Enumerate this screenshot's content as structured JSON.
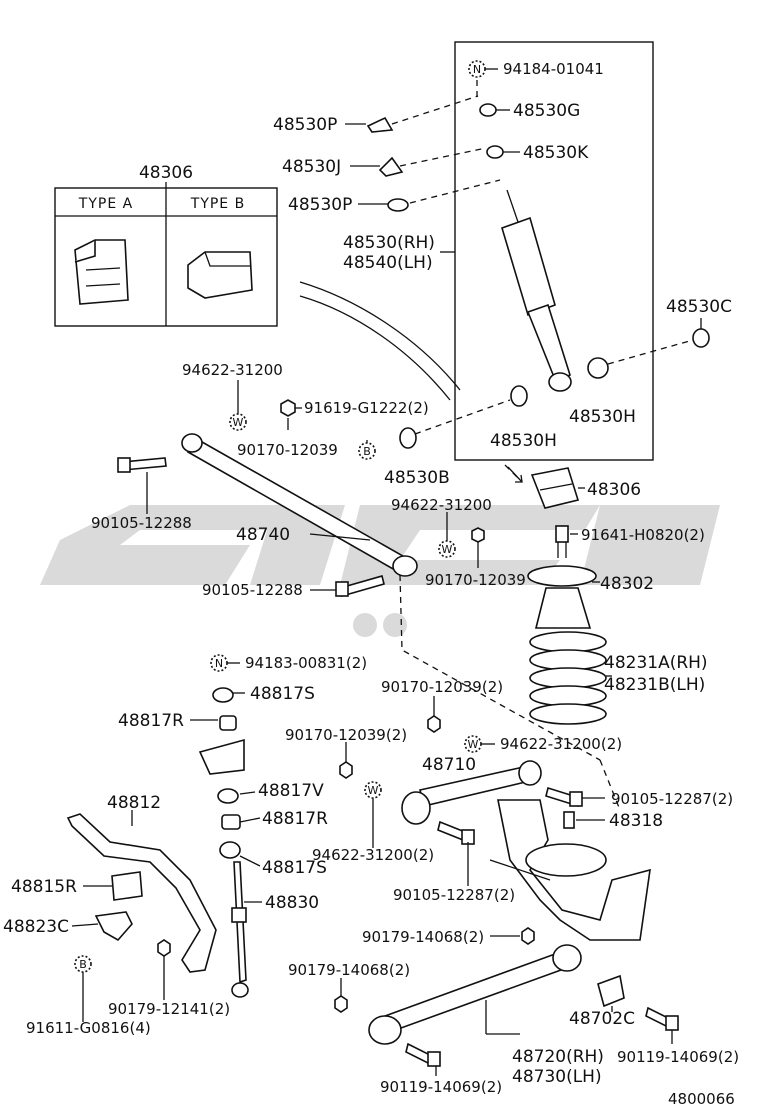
{
  "drawing_number": "4800066",
  "type_box": {
    "part_no": "48306",
    "type_a": "TYPE A",
    "type_b": "TYPE B"
  },
  "symbols": {
    "n": "N",
    "w": "W",
    "b": "B"
  },
  "labels": {
    "p94184": "94184-01041",
    "p48530G": "48530G",
    "p48530P_1": "48530P",
    "p48530K": "48530K",
    "p48530J": "48530J",
    "p48530P_2": "48530P",
    "p48530RH": "48530(RH)",
    "p48540LH": "48540(LH)",
    "p48530C": "48530C",
    "p48530H_1": "48530H",
    "p48530H_2": "48530H",
    "p48530B": "48530B",
    "p94622_1": "94622-31200",
    "p91619": "91619-G1222(2)",
    "p90170_1": "90170-12039",
    "p90105_1": "90105-12288",
    "p48740": "48740",
    "p94622_2": "94622-31200",
    "p48306_2": "48306",
    "p91641": "91641-H0820(2)",
    "p90170_2": "90170-12039",
    "p48302": "48302",
    "p90105_2": "90105-12288",
    "p94183": "94183-00831(2)",
    "p48817S_1": "48817S",
    "p48231A": "48231A(RH)",
    "p48231B": "48231B(LH)",
    "p90170_3": "90170-12039(2)",
    "p48817R_1": "48817R",
    "p90170_4": "90170-12039(2)",
    "p94622_3": "94622-31200(2)",
    "p48710": "48710",
    "p48817V": "48817V",
    "p90105_3": "90105-12287(2)",
    "p48812": "48812",
    "p48817R_2": "48817R",
    "p48318": "48318",
    "p94622_4": "94622-31200(2)",
    "p48817S_2": "48817S",
    "p48815R": "48815R",
    "p90105_4": "90105-12287(2)",
    "p48830": "48830",
    "p48823C": "48823C",
    "p90179_1": "90179-14068(2)",
    "p90179_2": "90179-14068(2)",
    "p90179_3": "90179-12141(2)",
    "p48702C": "48702C",
    "p91611": "91611-G0816(4)",
    "p48720RH": "48720(RH)",
    "p48730LH": "48730(LH)",
    "p90119_1": "90119-14069(2)",
    "p90119_2": "90119-14069(2)"
  }
}
